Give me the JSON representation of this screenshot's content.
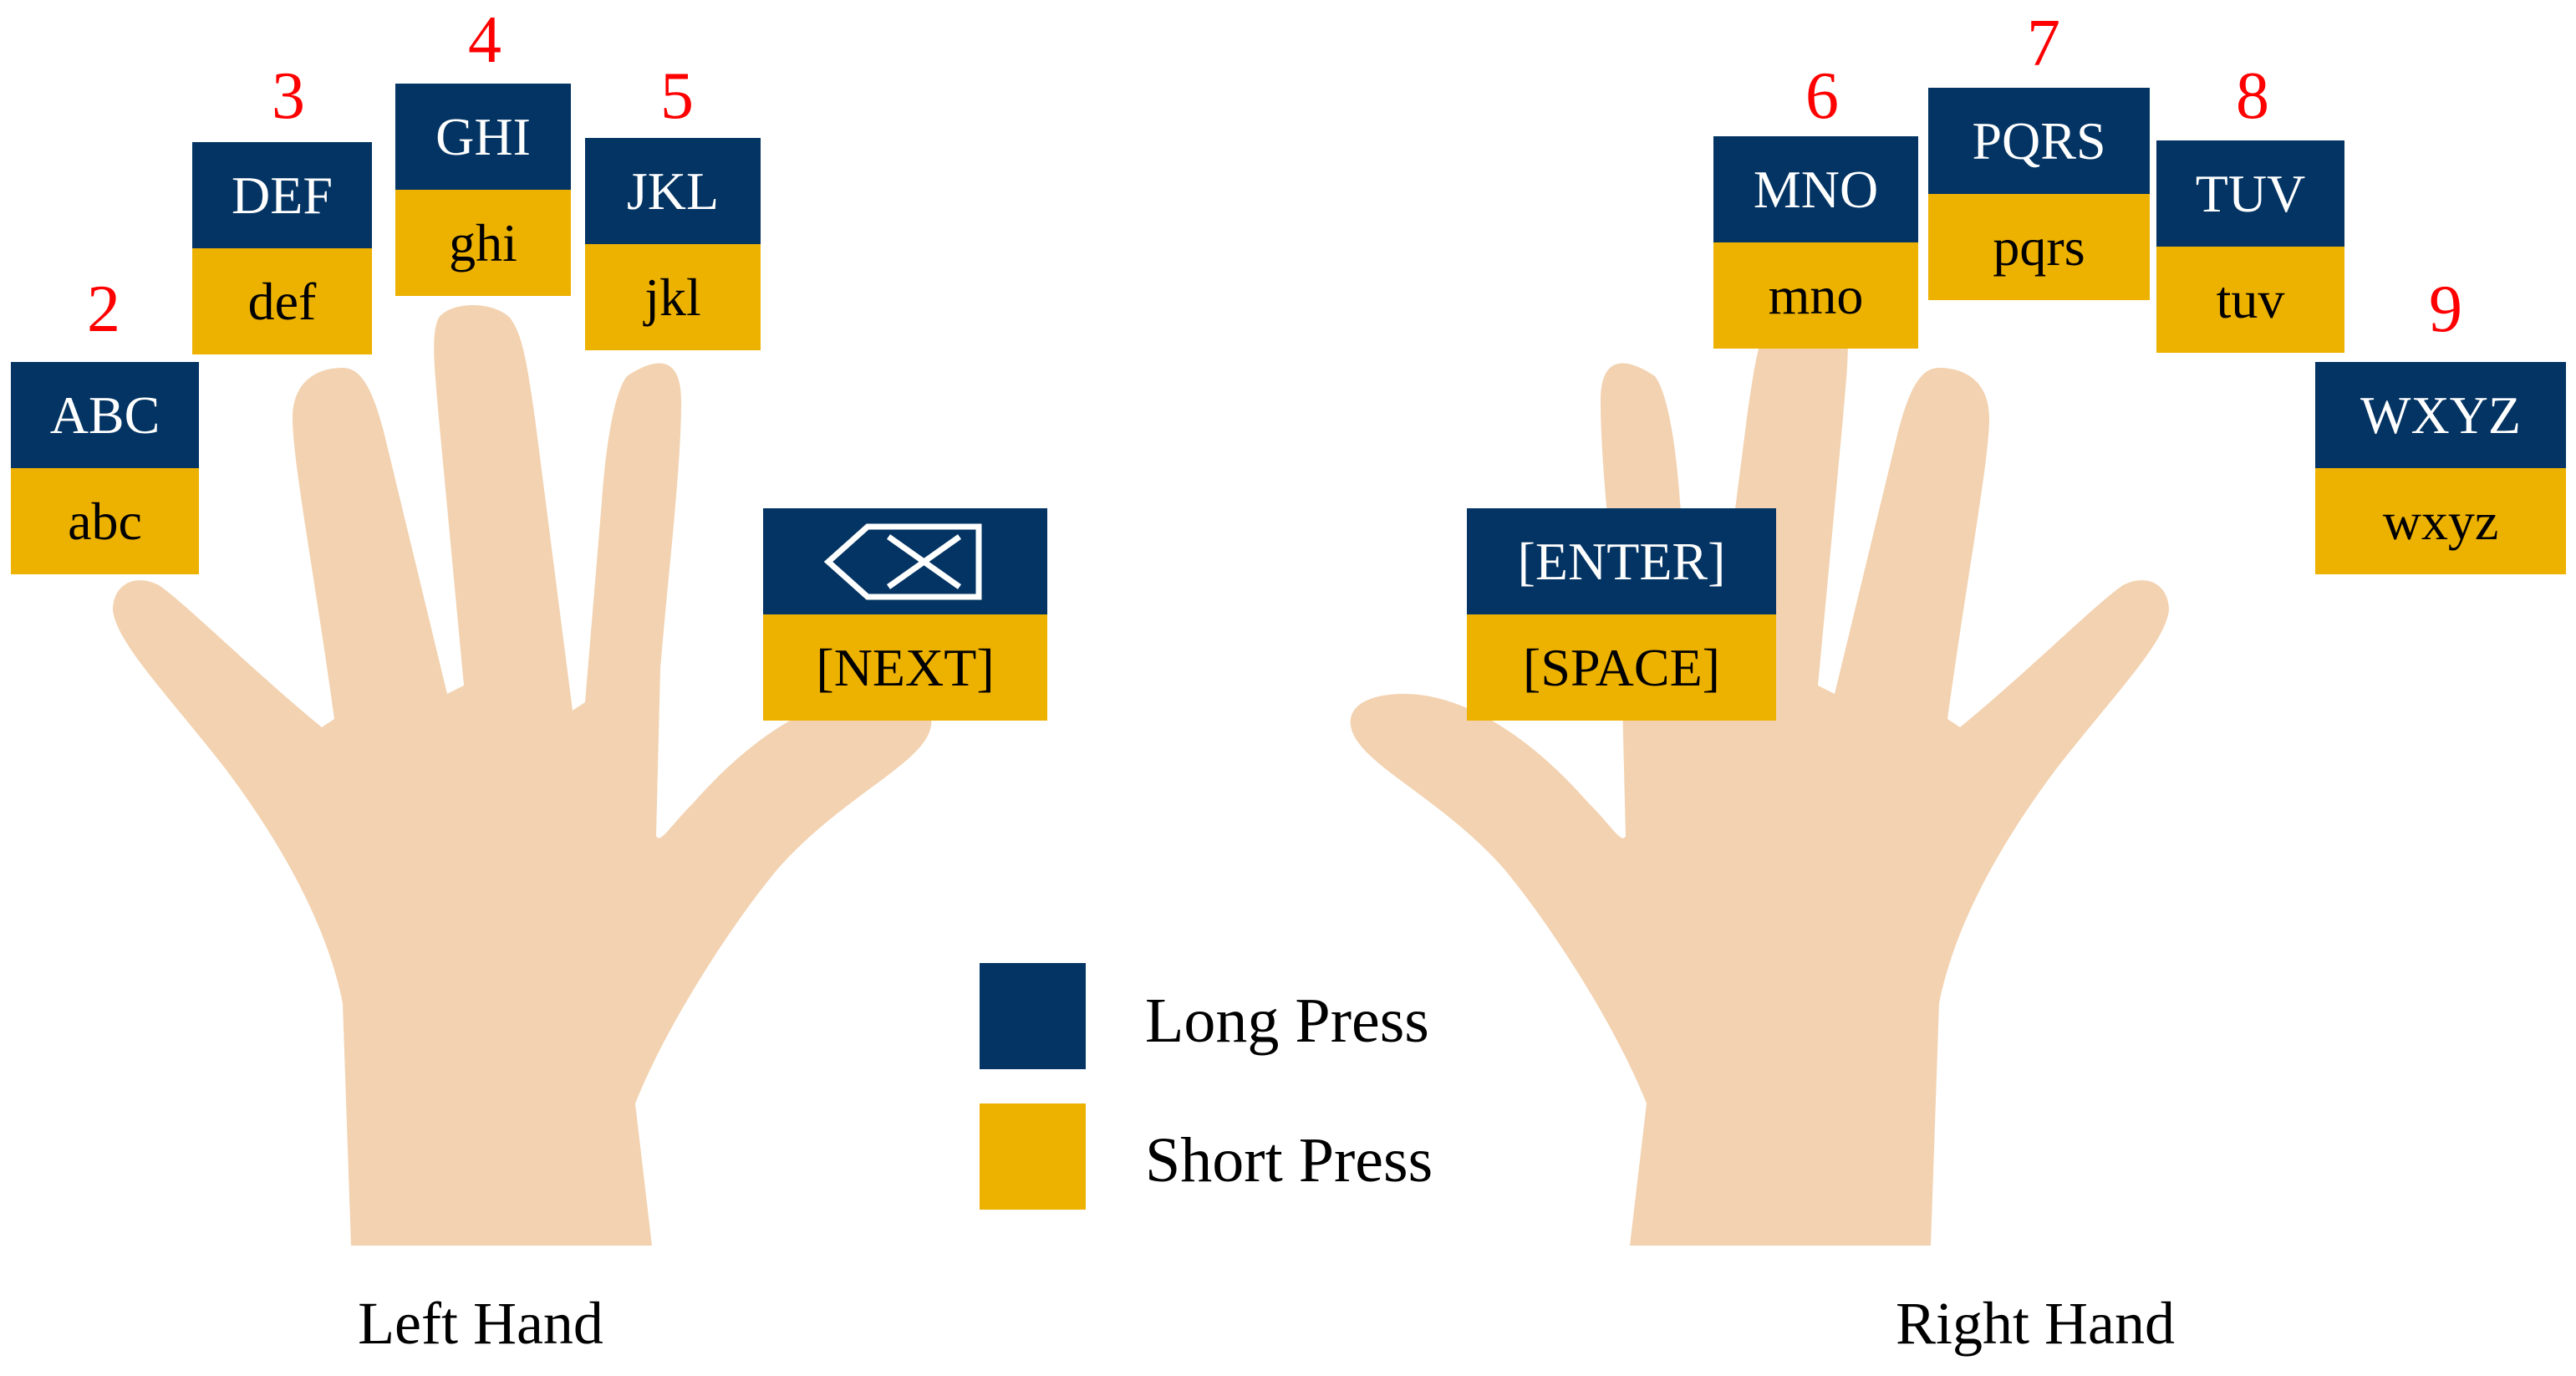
{
  "colors": {
    "long_press": "#033463",
    "short_press": "#EDB100",
    "skin": "#F2D2B0",
    "number": "#FF0000"
  },
  "left_hand": {
    "label": "Left Hand",
    "keys": [
      {
        "number": "2",
        "long": "ABC",
        "short": "abc"
      },
      {
        "number": "3",
        "long": "DEF",
        "short": "def"
      },
      {
        "number": "4",
        "long": "GHI",
        "short": "ghi"
      },
      {
        "number": "5",
        "long": "JKL",
        "short": "jkl"
      },
      {
        "long_icon": "backspace-icon",
        "short": "[NEXT]"
      }
    ]
  },
  "right_hand": {
    "label": "Right Hand",
    "keys": [
      {
        "long": "[ENTER]",
        "short": "[SPACE]"
      },
      {
        "number": "6",
        "long": "MNO",
        "short": "mno"
      },
      {
        "number": "7",
        "long": "PQRS",
        "short": "pqrs"
      },
      {
        "number": "8",
        "long": "TUV",
        "short": "tuv"
      },
      {
        "number": "9",
        "long": "WXYZ",
        "short": "wxyz"
      }
    ]
  },
  "legend": {
    "long_press": "Long Press",
    "short_press": "Short Press"
  }
}
